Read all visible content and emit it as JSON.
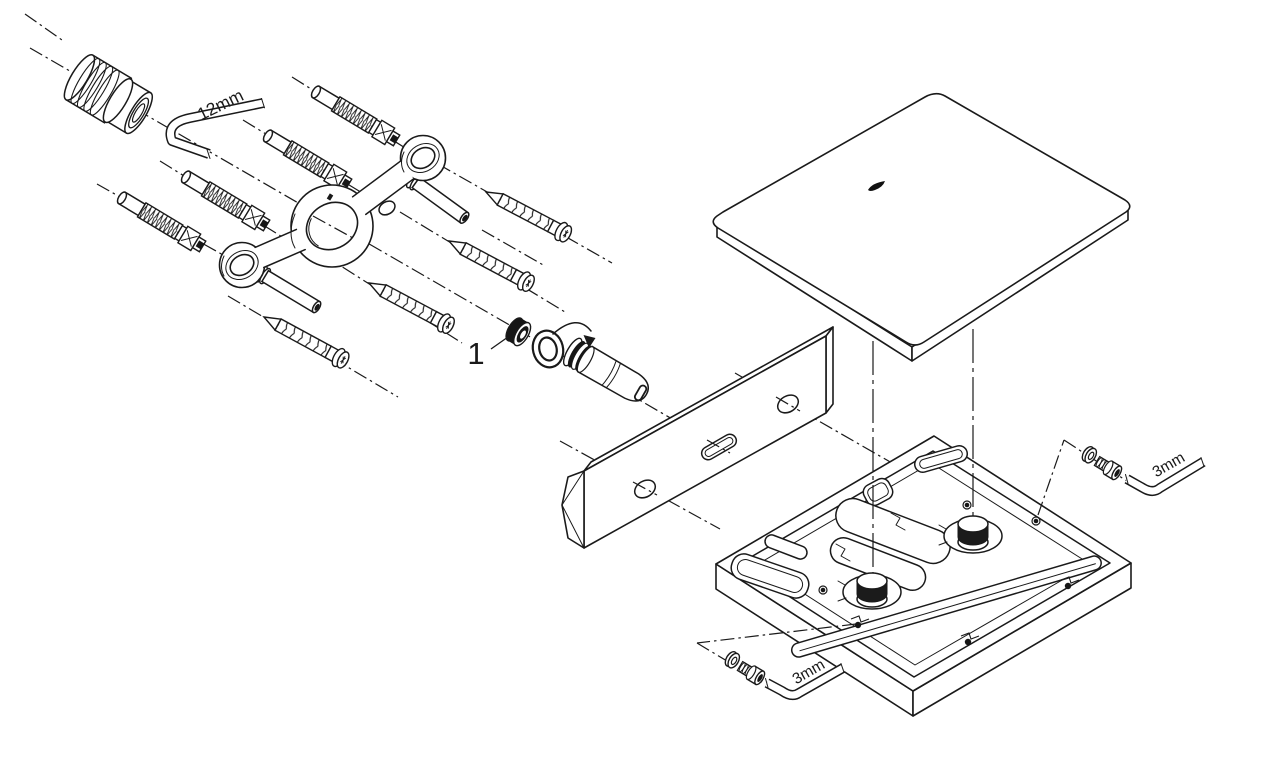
{
  "diagram": {
    "kind": "technical-exploded-assembly-drawing",
    "background_color": "#ffffff",
    "line_color": "#1a1a1a",
    "dark_fill_color": "#161616",
    "labels": {
      "part_number": "1",
      "large_hex_key_size": "12mm",
      "upper_small_hex_key_size": "3mm",
      "lower_small_hex_key_size": "3mm"
    },
    "callout": {
      "number": "1",
      "points_to": "retainer-bushing"
    },
    "parts": [
      {
        "id": "cover-sleeve",
        "qty": 1
      },
      {
        "id": "hex-key-12mm",
        "qty": 1
      },
      {
        "id": "threaded-anchor-stud",
        "qty": 4
      },
      {
        "id": "mounting-bracket",
        "qty": 1
      },
      {
        "id": "guide-pin",
        "qty": 2
      },
      {
        "id": "wood-screw",
        "qty": 4
      },
      {
        "id": "retainer-bushing",
        "qty": 1
      },
      {
        "id": "o-ring",
        "qty": 1
      },
      {
        "id": "swivel-adapter",
        "qty": 1
      },
      {
        "id": "wall-bracket-plate",
        "qty": 1
      },
      {
        "id": "shelf-plate",
        "qty": 1
      },
      {
        "id": "base-tray",
        "qty": 1
      },
      {
        "id": "locating-knob",
        "qty": 2
      },
      {
        "id": "washer",
        "qty": 2
      },
      {
        "id": "socket-screw",
        "qty": 2
      },
      {
        "id": "hex-key-3mm",
        "qty": 2
      }
    ]
  }
}
